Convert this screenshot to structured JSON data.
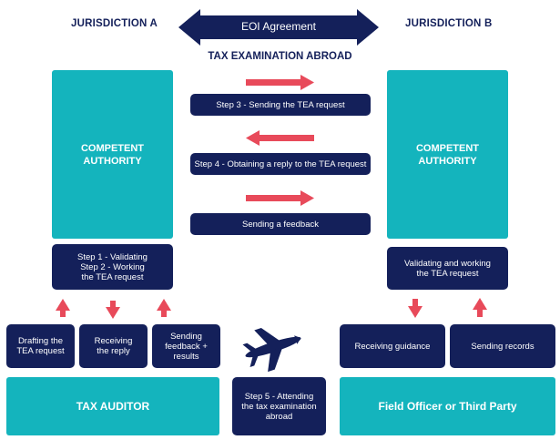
{
  "jurisdictions": {
    "a": "JURISDICTION A",
    "b": "JURISDICTION B"
  },
  "agreement": "EOI Agreement",
  "tea_title": "TAX EXAMINATION ABROAD",
  "ca_left": "COMPETENT\nAUTHORITY",
  "ca_right": "COMPETENT\nAUTHORITY",
  "steps": {
    "step3": "Step 3 - Sending the TEA request",
    "step4": "Step 4 - Obtaining a reply to the TEA request",
    "feedback": "Sending a feedback",
    "step12": "Step 1 - Validating\nStep 2 - Working\nthe TEA request",
    "right_validate": "Validating and working\nthe TEA request",
    "step5": "Step 5 - Attending\nthe tax examination\nabroad"
  },
  "small_boxes": {
    "drafting": "Drafting the\nTEA request",
    "receiving_reply": "Receiving\nthe reply",
    "sending_feedback": "Sending\nfeedback +\nresults",
    "receiving_guidance": "Receiving guidance",
    "sending_records": "Sending records"
  },
  "tax_auditor": "TAX AUDITOR",
  "field_officer": "Field Officer or Third Party",
  "colors": {
    "navy": "#14205a",
    "teal": "#14b4bd",
    "red": "#e84a5a"
  }
}
